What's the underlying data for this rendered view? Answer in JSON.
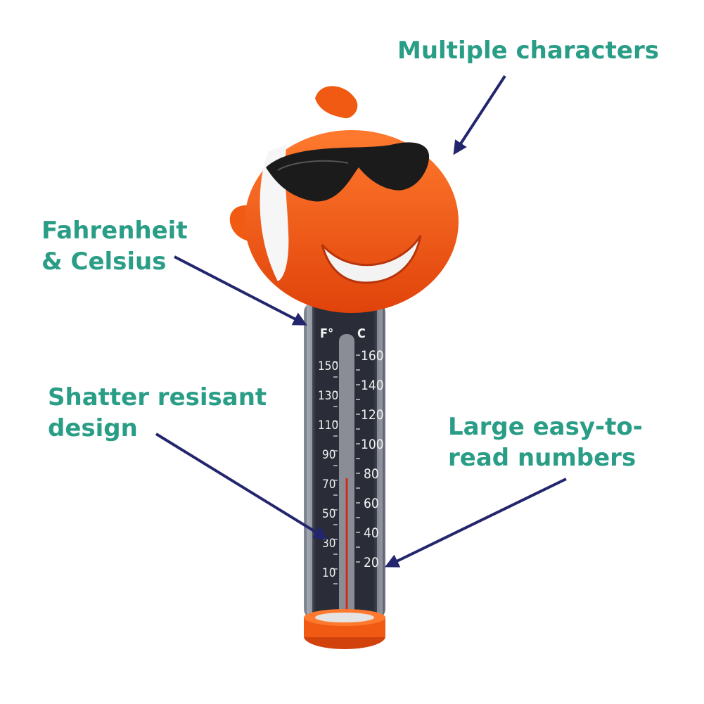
{
  "callouts": {
    "multiple_characters": "Multiple characters",
    "fahrenheit_line1": "Fahrenheit",
    "fahrenheit_line2": "& Celsius",
    "shatter_line1": "Shatter resisant",
    "shatter_line2": "design",
    "large_line1": "Large easy-to-",
    "large_line2": "read numbers"
  },
  "thermometer": {
    "unit_f": "F°",
    "unit_c": "C",
    "fahrenheit_scale": [
      "150",
      "130",
      "110",
      "90",
      "70",
      "50",
      "30",
      "10"
    ],
    "celsius_scale": [
      "160",
      "140",
      "120",
      "100",
      "80",
      "60",
      "40",
      "20"
    ]
  },
  "colors": {
    "label_text": "#2a9d86",
    "arrow": "#23266d",
    "fish_body": "#f05a12",
    "tube": "#2c2f3a"
  }
}
